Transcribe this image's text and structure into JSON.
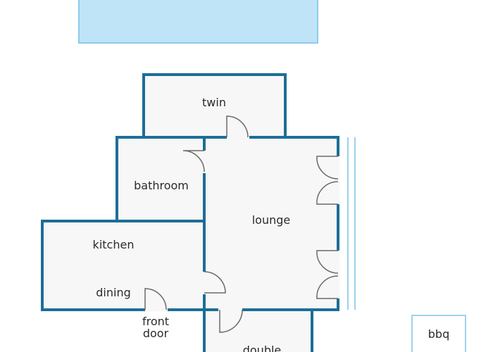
{
  "colors": {
    "wall": "#1c6e96",
    "floor": "#f7f7f7",
    "water": "#bfe3f7",
    "water_edge": "#8ecbe9",
    "door": "#6a6a6a",
    "text": "#2b2b2b",
    "background": "#ffffff"
  },
  "rooms": {
    "twin": "twin",
    "bathroom": "bathroom",
    "lounge": "lounge",
    "kitchen": "kitchen",
    "dining": "dining",
    "front_door_line1": "front",
    "front_door_line2": "door",
    "bottom_room": "double",
    "bbq": "bbq"
  }
}
